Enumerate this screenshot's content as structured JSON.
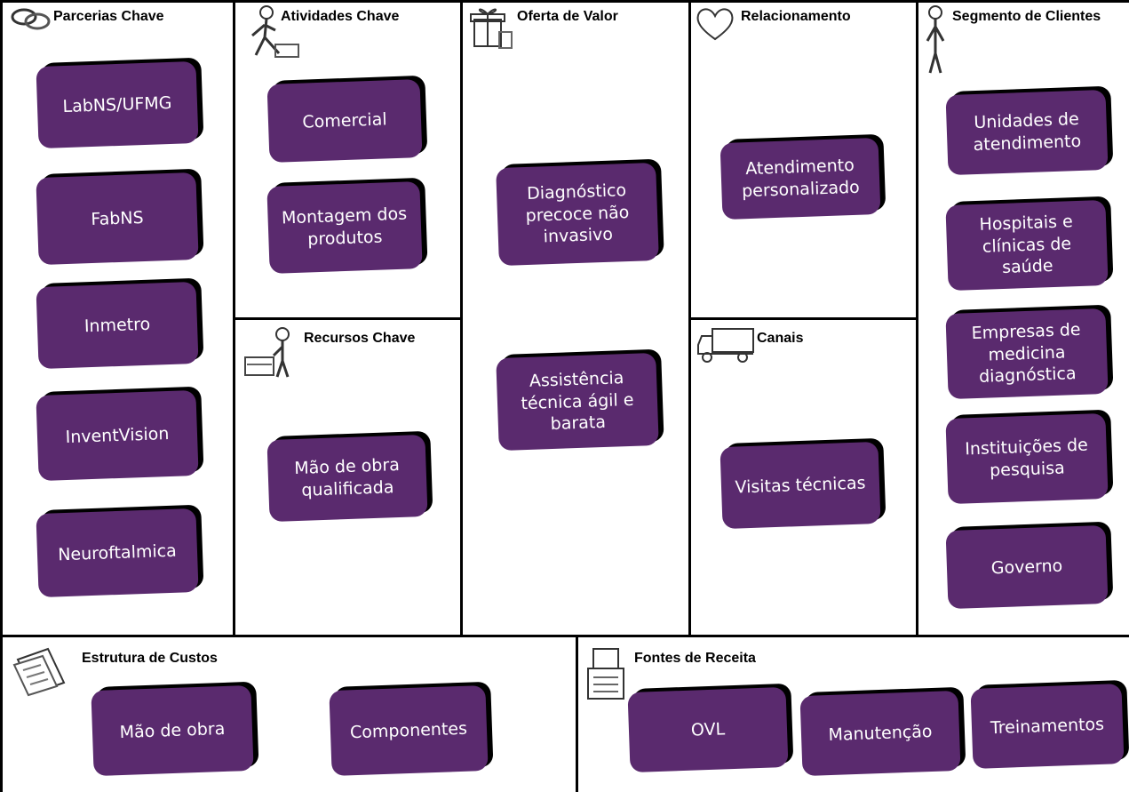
{
  "canvas": {
    "parcerias": {
      "title": "Parcerias Chave",
      "notes": [
        "LabNS/UFMG",
        "FabNS",
        "Inmetro",
        "InventVision",
        "Neuroftalmica"
      ]
    },
    "atividades": {
      "title": "Atividades Chave",
      "notes": [
        "Comercial",
        "Montagem dos\nprodutos"
      ]
    },
    "recursos": {
      "title": "Recursos Chave",
      "notes": [
        "Mão de obra\nqualificada"
      ]
    },
    "oferta": {
      "title": "Oferta de Valor",
      "notes": [
        "Diagnóstico\nprecoce não\ninvasivo",
        "Assistência\ntécnica ágil e\nbarata"
      ]
    },
    "relacionamento": {
      "title": "Relacionamento",
      "notes": [
        "Atendimento\npersonalizado"
      ]
    },
    "canais": {
      "title": "Canais",
      "notes": [
        "Visitas técnicas"
      ]
    },
    "segmento": {
      "title": "Segmento de Clientes",
      "notes": [
        "Unidades de\natendimento",
        "Hospitais e\nclínicas de\nsaúde",
        "Empresas de\nmedicina\ndiagnóstica",
        "Instituições de\npesquisa",
        "Governo"
      ]
    },
    "custos": {
      "title": "Estrutura de Custos",
      "notes": [
        "Mão de obra",
        "Componentes"
      ]
    },
    "receita": {
      "title": "Fontes de Receita",
      "notes": [
        "OVL",
        "Manutenção",
        "Treinamentos"
      ]
    }
  },
  "icons": {
    "parcerias": "chain-links-icon",
    "atividades": "person-working-icon",
    "recursos": "person-with-machine-icon",
    "oferta": "gift-box-icon",
    "relacionamento": "heart-icon",
    "canais": "truck-icon",
    "segmento": "person-standing-icon",
    "custos": "papers-icon",
    "receita": "cash-register-icon"
  },
  "colors": {
    "note_fill": "#5a2a6e",
    "note_text": "#ffffff",
    "border": "#000000"
  }
}
